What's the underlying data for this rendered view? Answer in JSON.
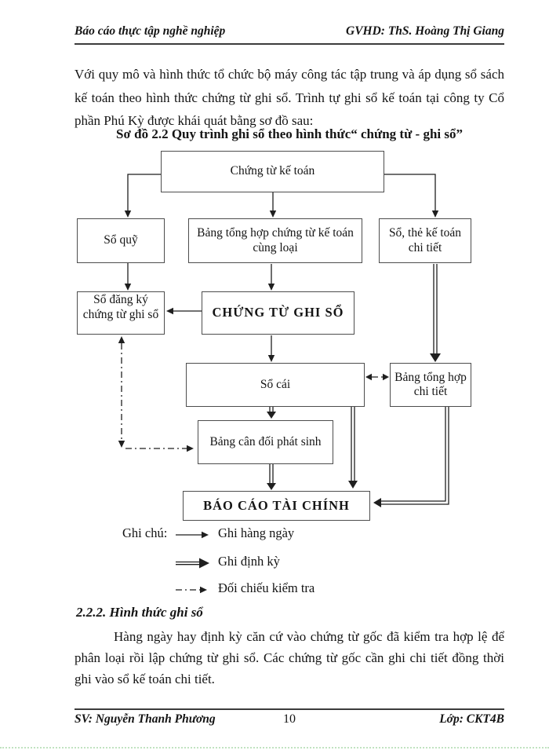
{
  "header": {
    "left": "Báo cáo thực tập  nghề nghiệp",
    "right": "GVHD: ThS. Hoàng Thị Giang"
  },
  "intro_paragraph": "Với quy mô và hình thức tổ chức bộ máy công tác tập trung và áp dụng sổ sách kế toán theo hình thức chứng từ ghi sổ. Trình tự ghi sổ kế toán tại công ty Cổ phần Phú Kỳ được khái quát bằng sơ đồ sau:",
  "diagram_title": "Sơ đồ 2.2 Quy trình ghi sổ theo hình thức“ chứng từ - ghi sổ”",
  "flowchart": {
    "boxes": {
      "chung_tu_ke_toan": "Chứng từ kế toán",
      "so_quy": "Sổ quỹ",
      "bang_tong_hop_chung_tu": "Bảng tổng hợp chứng từ kế toán cùng loại",
      "so_the_ke_toan": "Sổ, thẻ kế toán chi tiết",
      "so_dang_ky": "Sổ đăng ký chứng từ ghi sổ",
      "chung_tu_ghi_so": "CHỨNG TỪ GHI SỔ",
      "so_cai": "Sổ cái",
      "bang_tong_hop_chi_tiet": "Bảng tổng hợp chi tiết",
      "bang_can_doi": "Bảng cân đối phát sinh",
      "bao_cao_tai_chinh": "BÁO CÁO TÀI CHÍNH"
    },
    "legend": {
      "label": "Ghi chú:",
      "items": [
        {
          "style": "solid-thin",
          "label": "Ghi hàng ngày"
        },
        {
          "style": "solid-thick",
          "label": "Ghi định kỳ"
        },
        {
          "style": "dash-dot",
          "label": "Đối chiếu kiểm tra"
        }
      ]
    }
  },
  "section": {
    "heading": "2.2.2. Hình thức ghi sổ",
    "body": "Hàng ngày hay định kỳ căn cứ vào chứng từ gốc đã kiểm tra hợp lệ để phân loại rồi lập chứng từ ghi sổ. Các chứng từ gốc cần ghi chi tiết đồng thời ghi vào sổ kế toán chi tiết."
  },
  "footer": {
    "left": "SV: Nguyễn Thanh Phương",
    "page": "10",
    "right": "Lớp: CKT4B"
  }
}
